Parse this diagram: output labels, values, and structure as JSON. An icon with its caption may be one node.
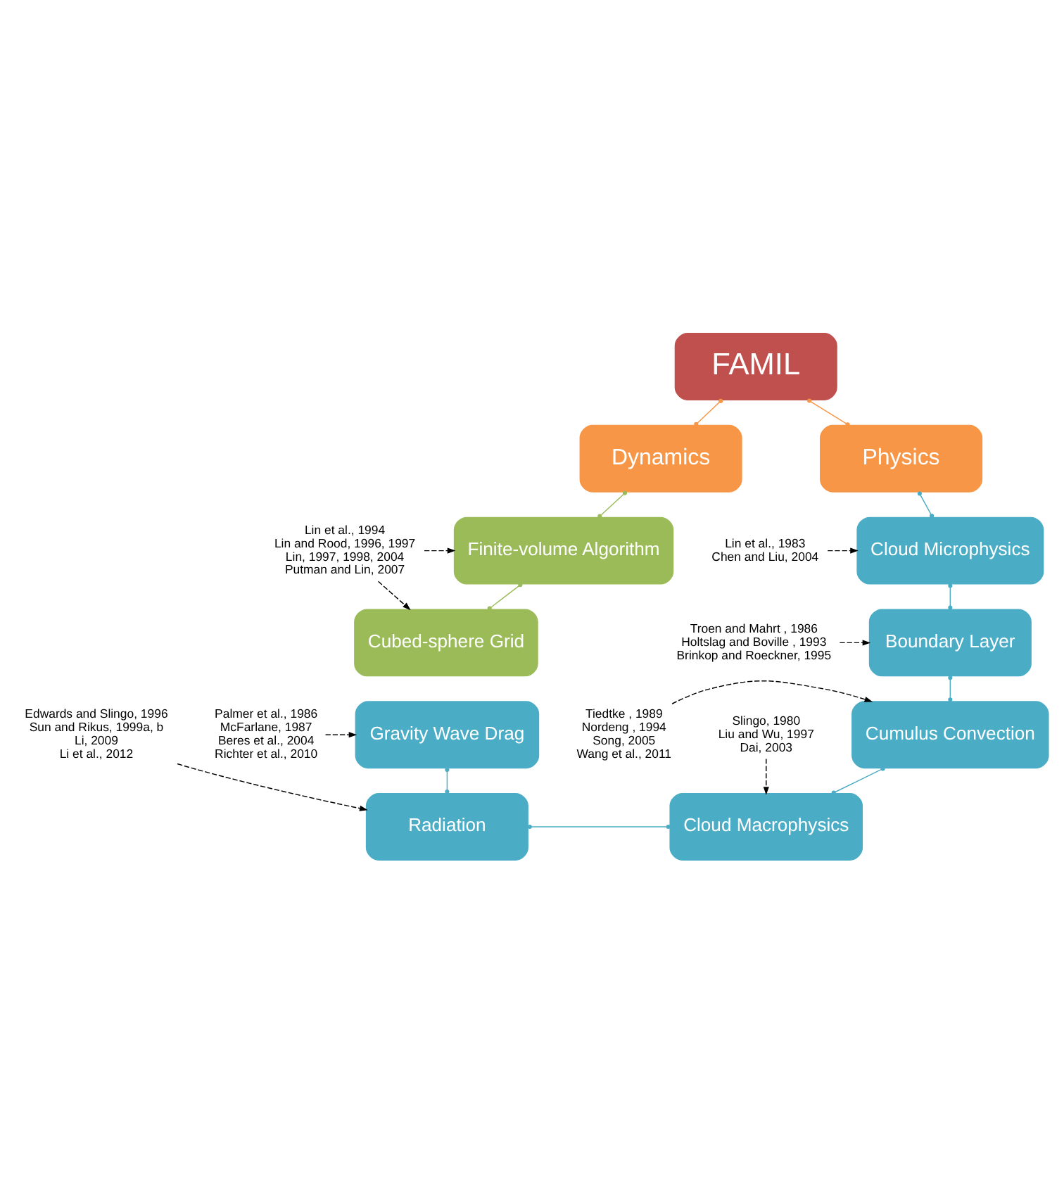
{
  "diagram": {
    "nodes": [
      {
        "text": [
          "FAMIL"
        ]
      },
      {
        "text": [
          "Dynamics"
        ]
      },
      {
        "text": [
          "Physics"
        ]
      },
      {
        "text": [
          "Finite-volume Algorithm"
        ]
      },
      {
        "text": [
          "Cubed-sphere Grid"
        ]
      },
      {
        "text": [
          "Gravity Wave Drag"
        ]
      },
      {
        "text": [
          "Radiation"
        ]
      },
      {
        "text": [
          "Cloud Microphysics"
        ]
      },
      {
        "text": [
          "Boundary Layer"
        ]
      },
      {
        "text": [
          "Cumulus Convection"
        ]
      },
      {
        "text": [
          "Cloud Macrophysics"
        ]
      },
      {
        "text": [
          "Lin et al., 1994",
          "Lin and Rood, 1996, 1997",
          "Lin, 1997, 1998, 2004",
          "Putman and Lin, 2007"
        ]
      },
      {
        "text": [
          "Palmer et al., 1986",
          "McFarlane, 1987",
          "Beres et al., 2004",
          "Richter et al., 2010"
        ]
      },
      {
        "text": [
          "Lin et al., 1983",
          "Chen and Liu, 2004"
        ]
      },
      {
        "text": [
          "Troen and Mahrt , 1986",
          "Holtslag and Boville , 1993",
          "Brinkop and Roeckner, 1995"
        ]
      },
      {
        "text": [
          "Tiedtke , 1989",
          "Nordeng , 1994",
          "Song, 2005",
          "Wang et al., 2011"
        ]
      },
      {
        "text": [
          "Edwards and Slingo, 1996",
          "Sun and Rikus, 1999a, b",
          "Li, 2009",
          "Li et al., 2012"
        ]
      },
      {
        "text": [
          "Slingo, 1980",
          "Liu and Wu, 1997",
          "Dai, 2003"
        ]
      }
    ],
    "edges": [
      {
        "from": 0,
        "to": 1,
        "arrow": "other",
        "color": "#f79646"
      },
      {
        "from": 0,
        "to": 2,
        "arrow": "other",
        "color": "#f79646"
      },
      {
        "from": 1,
        "to": 3,
        "arrow": "other",
        "color": "#9bbb59"
      },
      {
        "from": 3,
        "to": 4,
        "arrow": "other",
        "color": "#9bbb59"
      },
      {
        "from": 5,
        "to": 6,
        "arrow": "other",
        "color": "#4bacc6"
      },
      {
        "from": 2,
        "to": 7,
        "arrow": "other",
        "color": "#4bacc6"
      },
      {
        "from": 7,
        "to": 8,
        "arrow": "other",
        "color": "#4bacc6"
      },
      {
        "from": 8,
        "to": 9,
        "arrow": "other",
        "color": "#4bacc6"
      },
      {
        "from": 9,
        "to": 10,
        "arrow": "other",
        "color": "#4bacc6"
      },
      {
        "from": 6,
        "to": 10,
        "arrow": "other",
        "color": "#4bacc6"
      },
      {
        "from": 11,
        "to": 3,
        "arrow": "to",
        "style": "dashed"
      },
      {
        "from": 11,
        "to": 4,
        "arrow": "to",
        "style": "dashed"
      },
      {
        "from": 12,
        "to": 5,
        "arrow": "to",
        "style": "dashed"
      },
      {
        "from": 13,
        "to": 7,
        "arrow": "to",
        "style": "dashed"
      },
      {
        "from": 14,
        "to": 8,
        "arrow": "to",
        "style": "dashed"
      },
      {
        "from": 15,
        "to": 9,
        "arrow": "to",
        "style": "dashed"
      },
      {
        "from": 16,
        "to": 6,
        "arrow": "to",
        "style": "dashed"
      },
      {
        "from": 17,
        "to": 10,
        "arrow": "to",
        "style": "dashed"
      }
    ]
  }
}
